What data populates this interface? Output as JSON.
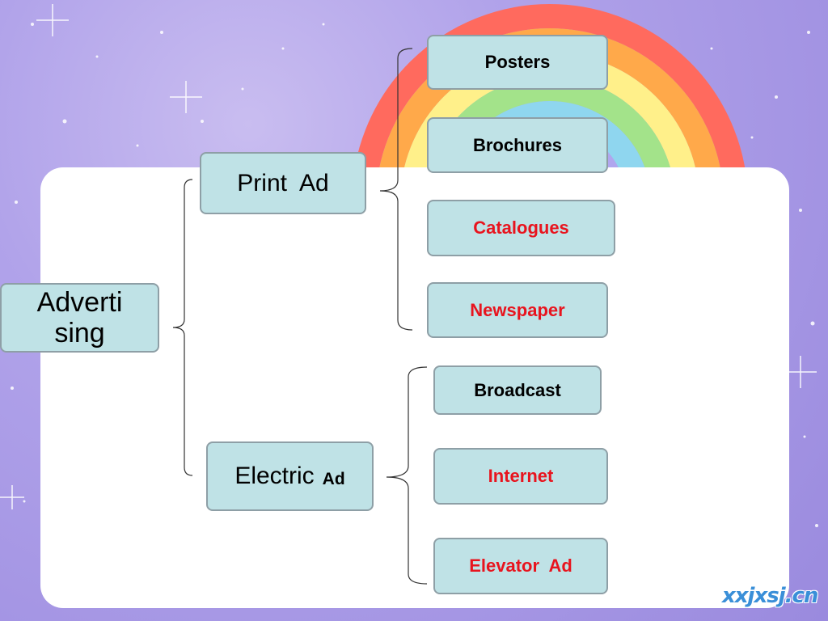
{
  "root": {
    "label_line1": "Adverti",
    "label_line2": "sing"
  },
  "branches": [
    {
      "label": "Print  Ad"
    },
    {
      "label": "Electric",
      "suffix": "Ad"
    }
  ],
  "print_items": [
    {
      "label": "Posters",
      "color": "#000000"
    },
    {
      "label": "Brochures",
      "color": "#000000"
    },
    {
      "label": "Catalogues",
      "color": "#e8141e"
    },
    {
      "label": "Newspaper",
      "color": "#e8141e"
    }
  ],
  "electric_items": [
    {
      "label": "Broadcast",
      "color": "#000000"
    },
    {
      "label": "Internet",
      "color": "#e8141e"
    },
    {
      "label": "Elevator  Ad",
      "color": "#e8141e"
    }
  ],
  "watermark": "xxjxsj.cn",
  "colors": {
    "box_fill": "#bfe2e6",
    "box_border": "#8e9fa6",
    "accent_red": "#e8141e",
    "background": "#a596e4"
  }
}
